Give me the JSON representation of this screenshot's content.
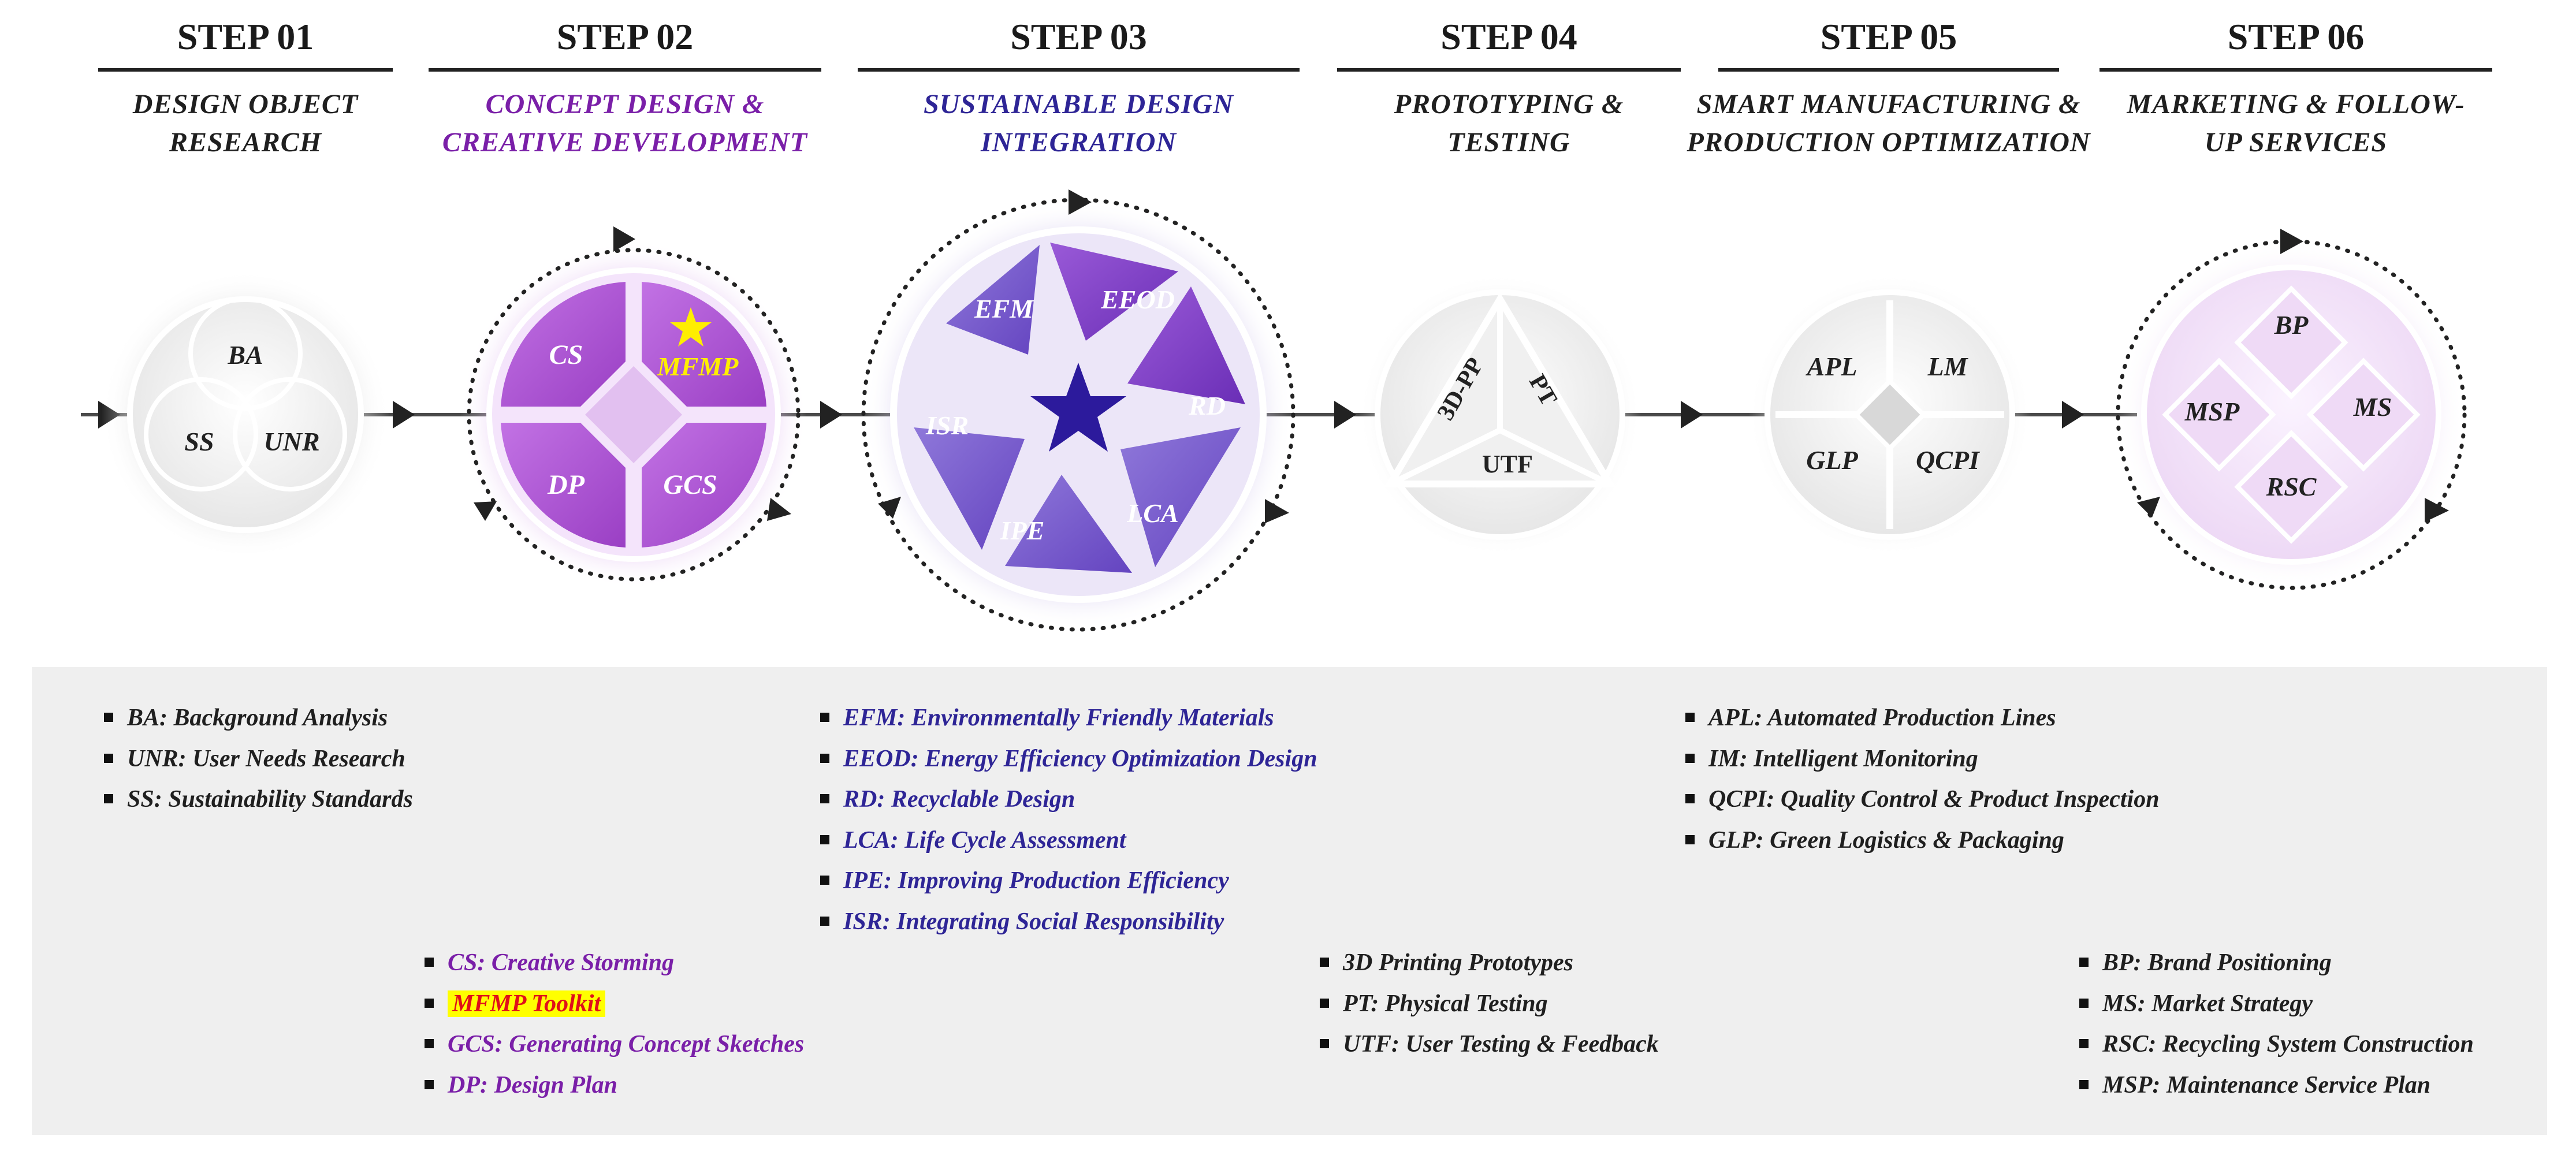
{
  "steps": [
    {
      "title": "STEP 01",
      "subtitle_lines": [
        "DESIGN  OBJECT",
        "RESEARCH"
      ]
    },
    {
      "title": "STEP  02",
      "subtitle_lines": [
        "CONCEPT DESIGN  &",
        "CREATIVE DEVELOPMENT"
      ]
    },
    {
      "title": "STEP 03",
      "subtitle_lines": [
        "SUSTAINABLE DESIGN",
        "INTEGRATION"
      ]
    },
    {
      "title": "STEP 04",
      "subtitle_lines": [
        "PROTOTYPING  &",
        "TESTING"
      ]
    },
    {
      "title": "STEP 05",
      "subtitle_lines": [
        "SMART MANUFACTURING  &",
        "PRODUCTION  OPTIMIZATION"
      ]
    },
    {
      "title": "STEP 06",
      "subtitle_lines": [
        "MARKETING  &  FOLLOW-",
        "UP SERVICES"
      ]
    }
  ],
  "nodes": {
    "step1": [
      "BA",
      "SS",
      "UNR"
    ],
    "step2": [
      "CS",
      "MFMP",
      "DP",
      "GCS"
    ],
    "step3": [
      "EFM",
      "EEOD",
      "RD",
      "LCA",
      "IPE",
      "ISR"
    ],
    "step4": [
      "3D-PP",
      "PT",
      "UTF"
    ],
    "step5": [
      "APL",
      "LM",
      "GLP",
      "QCPI"
    ],
    "step6": [
      "BP",
      "MSP",
      "MS",
      "RSC"
    ]
  },
  "legend": {
    "step1": [
      "BA: Background Analysis",
      "UNR:  User Needs Research",
      "SS: Sustainability Standards"
    ],
    "step3": [
      "EFM: Environmentally Friendly Materials",
      "EEOD: Energy Efficiency Optimization Design",
      "RD: Recyclable Design",
      "LCA: Life Cycle Assessment",
      "IPE:  Improving Production Efficiency",
      "ISR:  Integrating Social Responsibility"
    ],
    "step5": [
      "APL: Automated Production Lines",
      "IM: Intelligent Monitoring",
      "QCPI: Quality Control &  Product Inspection",
      "GLP: Green Logistics & Packaging"
    ],
    "step2": [
      "CS: Creative Storming",
      "MFMP Toolkit",
      "GCS: Generating Concept Sketches",
      "DP:  Design Plan"
    ],
    "step4": [
      "3D Printing Prototypes",
      "PT: Physical Testing",
      "UTF: User Testing &  Feedback"
    ],
    "step6": [
      "BP: Brand Positioning",
      "MS: Market Strategy",
      "RSC: Recycling System Construction",
      "MSP: Maintenance Service Plan"
    ]
  },
  "colors": {
    "step2_fill": "#b45fd6",
    "step3_fill": "#7b5fd0",
    "highlight_bg": "#ffff00",
    "highlight_text": "#e0101a",
    "star_step2": "#ffee00",
    "star_step3": "#2c1a9c"
  }
}
